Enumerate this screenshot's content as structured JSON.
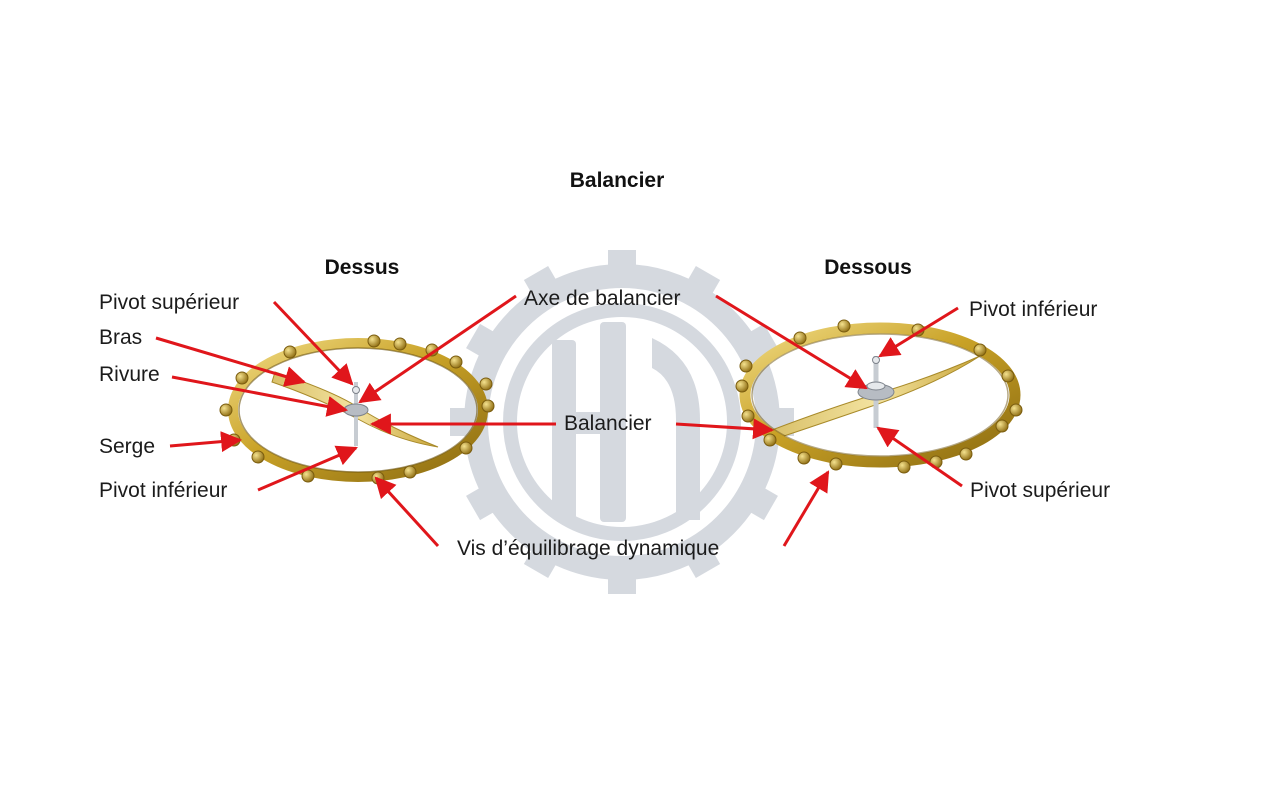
{
  "title": "Balancier",
  "views": {
    "top": "Dessus",
    "bottom": "Dessous"
  },
  "labels": {
    "pivot_superieur_left": "Pivot supérieur",
    "bras": "Bras",
    "rivure": "Rivure",
    "serge": "Serge",
    "pivot_inferieur_left": "Pivot inférieur",
    "axe": "Axe de balancier",
    "balancier": "Balancier",
    "vis": "Vis d’équilibrage dynamique",
    "pivot_inferieur_right": "Pivot inférieur",
    "pivot_superieur_right": "Pivot supérieur"
  },
  "colors": {
    "arrow": "#e0161b",
    "gold": "#c9a227",
    "gold_light": "#e6cf72",
    "gold_dark": "#8a6a10",
    "watermark": "#d3d7de",
    "steel": "#c7ccd2"
  },
  "watermark_icon": "gear-logo-icon"
}
